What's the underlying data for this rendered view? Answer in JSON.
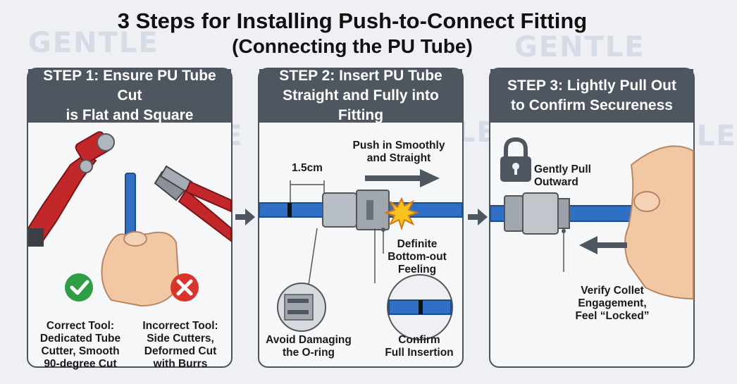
{
  "title": {
    "line1": "3 Steps for Installing Push-to-Connect Fitting",
    "line2": "(Connecting the PU Tube)"
  },
  "watermark": "GENTLE",
  "colors": {
    "header": "#4e565f",
    "tube": "#2f6fc4",
    "good": "#2e9e44",
    "bad": "#d9352b",
    "tool_red": "#c2282a"
  },
  "steps": [
    {
      "header_line1": "STEP 1: Ensure PU Tube Cut",
      "header_line2": "is Flat and Square",
      "correct_icon": "checkmark-icon",
      "incorrect_icon": "x-icon",
      "correct_label": [
        "Correct Tool:",
        "Dedicated Tube",
        "Cutter, Smooth",
        "90-degree Cut"
      ],
      "incorrect_label": [
        "Incorrect Tool:",
        "Side Cutters,",
        "Deformed Cut",
        "with Burrs"
      ]
    },
    {
      "header_line1": "STEP 2: Insert PU Tube",
      "header_line2": "Straight and Fully into Fitting",
      "measure": "1.5cm",
      "push_label": [
        "Push in Smoothly",
        "and Straight"
      ],
      "bottom_label": [
        "Definite",
        "Bottom-out",
        "Feeling"
      ],
      "oring_label": [
        "Avoid Damaging",
        "the O-ring"
      ],
      "confirm_label": [
        "Confirm",
        "Full Insertion"
      ]
    },
    {
      "header_line1": "STEP 3: Lightly Pull Out",
      "header_line2": "to Confirm Secureness",
      "lock_icon": "padlock-icon",
      "pull_label": [
        "Gently Pull",
        "Outward"
      ],
      "verify_label": [
        "Verify Collet",
        "Engagement,",
        "Feel “Locked”"
      ]
    }
  ]
}
